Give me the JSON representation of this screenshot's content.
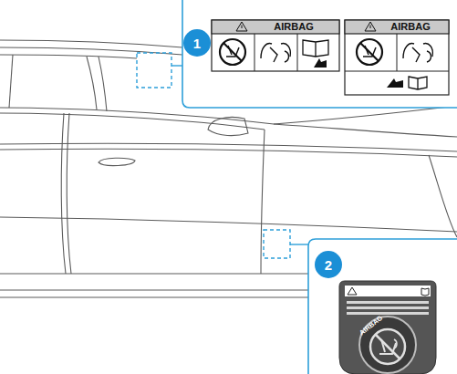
{
  "diagram": {
    "labels": [
      "1",
      "AIRBAG",
      "AIRBAG",
      "2",
      "AIRBAG"
    ]
  }
}
